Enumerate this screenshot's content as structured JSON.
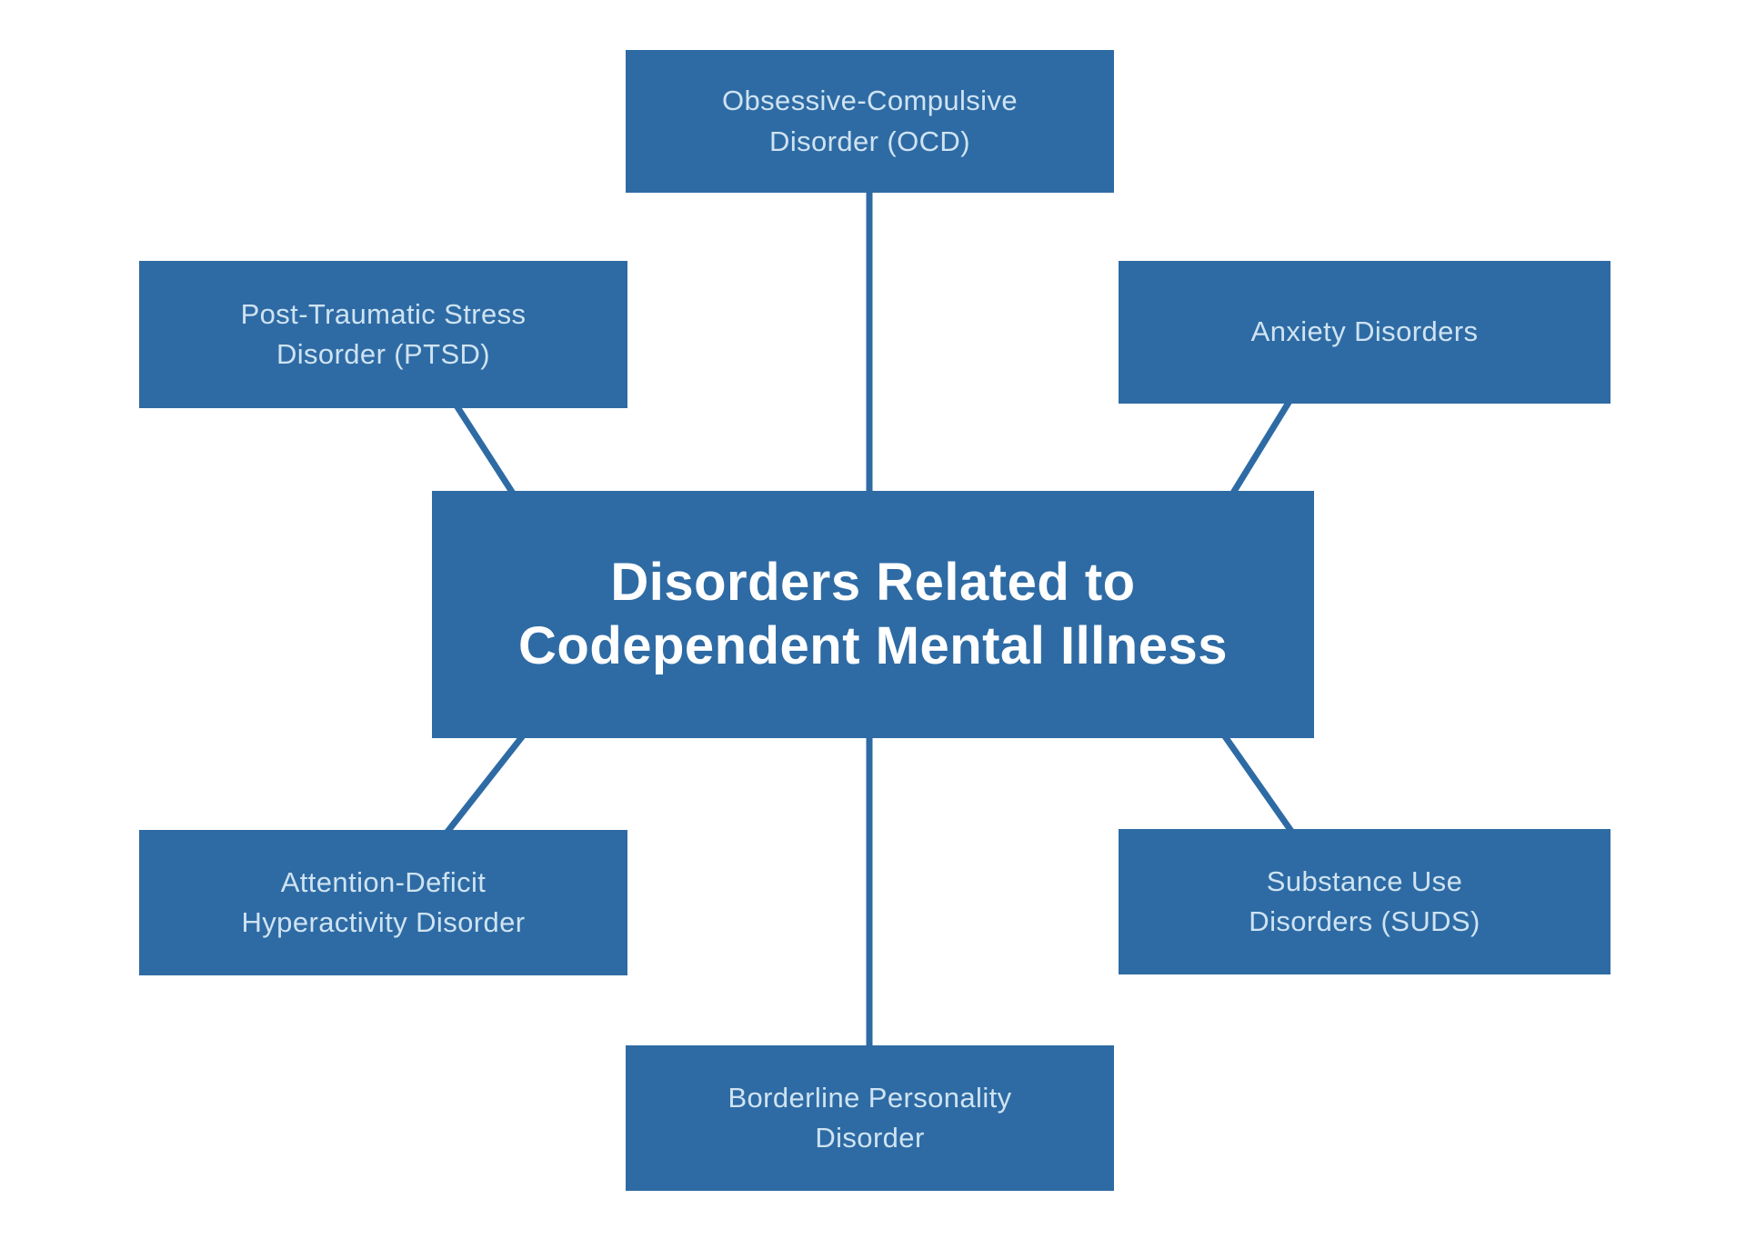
{
  "diagram": {
    "title": {
      "line1": "Disorders Related to",
      "line2": "Codependent Mental Illness"
    },
    "nodes": {
      "ocd": {
        "lines": [
          "Obsessive-Compulsive",
          "Disorder (OCD)"
        ]
      },
      "ptsd": {
        "lines": [
          "Post-Traumatic Stress",
          "Disorder (PTSD)"
        ]
      },
      "anxiety": {
        "lines": [
          "Anxiety Disorders"
        ]
      },
      "adhd": {
        "lines": [
          "Attention-Deficit",
          "Hyperactivity Disorder"
        ]
      },
      "suds": {
        "lines": [
          "Substance Use",
          "Disorders (SUDS)"
        ]
      },
      "bpd": {
        "lines": [
          "Borderline Personality",
          "Disorder"
        ]
      }
    }
  },
  "colors": {
    "background": "#ffffff",
    "box_fill": "#2e6ba4",
    "connector_line": "#2e6ba4",
    "node_text": "#cfe3f2",
    "title_text": "#ffffff"
  }
}
